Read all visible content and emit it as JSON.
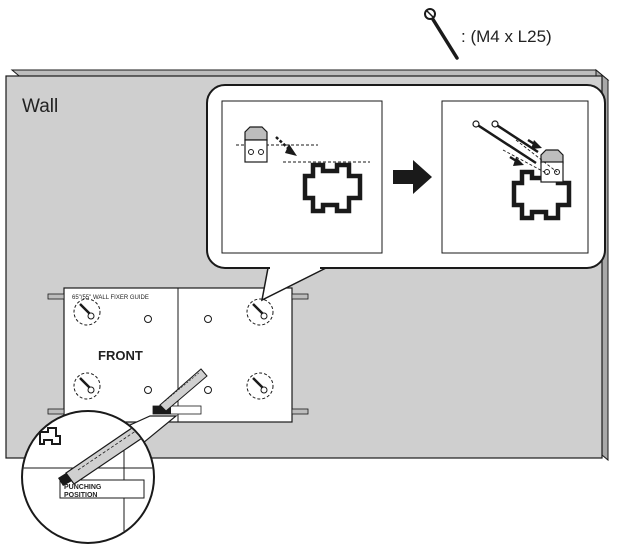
{
  "screw_spec": {
    "label": ": (M4 x L25)"
  },
  "wall": {
    "label": "Wall"
  },
  "guide": {
    "title": "65\"/55\" WALL FIXER GUIDE",
    "front_label": "FRONT"
  },
  "zoom": {
    "punch_label_line1": "PUNCHING",
    "punch_label_line2": "POSITION"
  },
  "colors": {
    "wall_face": "#cfcfcf",
    "wall_edge": "#b3b3b3",
    "outline": "#1a1a1a",
    "paper": "#ffffff"
  }
}
